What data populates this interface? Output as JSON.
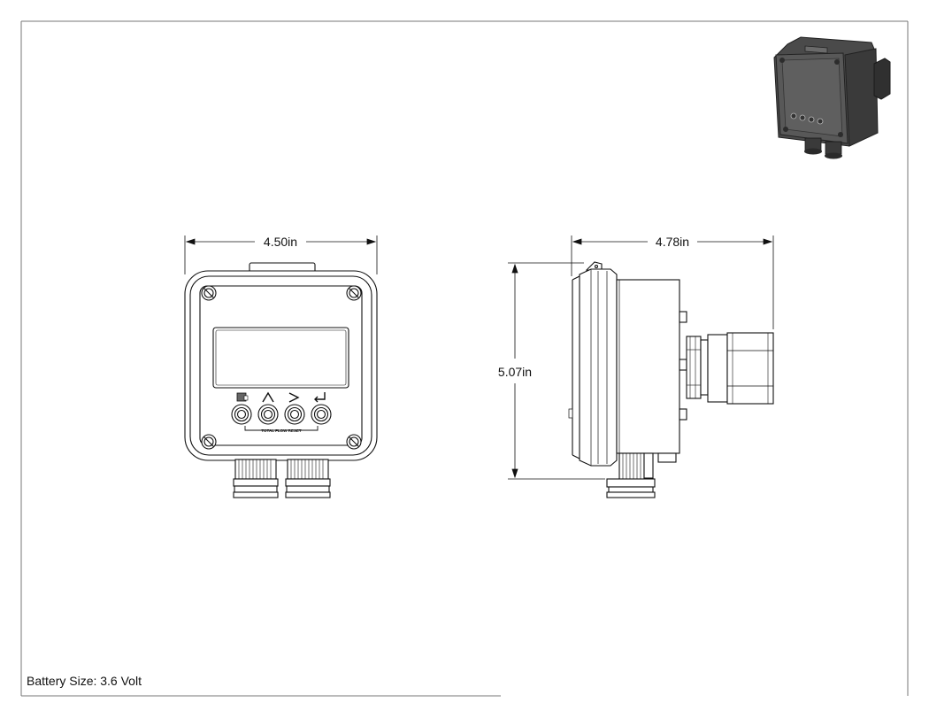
{
  "dimensions": {
    "front_width": "4.50in",
    "side_depth": "4.78in",
    "height": "5.07in"
  },
  "front_panel": {
    "button_icons": [
      "display-icon",
      "up-arrow-icon",
      "right-arrow-icon",
      "enter-icon"
    ],
    "button_group_label": "TOTAL FLOW RESET"
  },
  "notes": {
    "battery": "Battery Size: 3.6 Volt"
  }
}
